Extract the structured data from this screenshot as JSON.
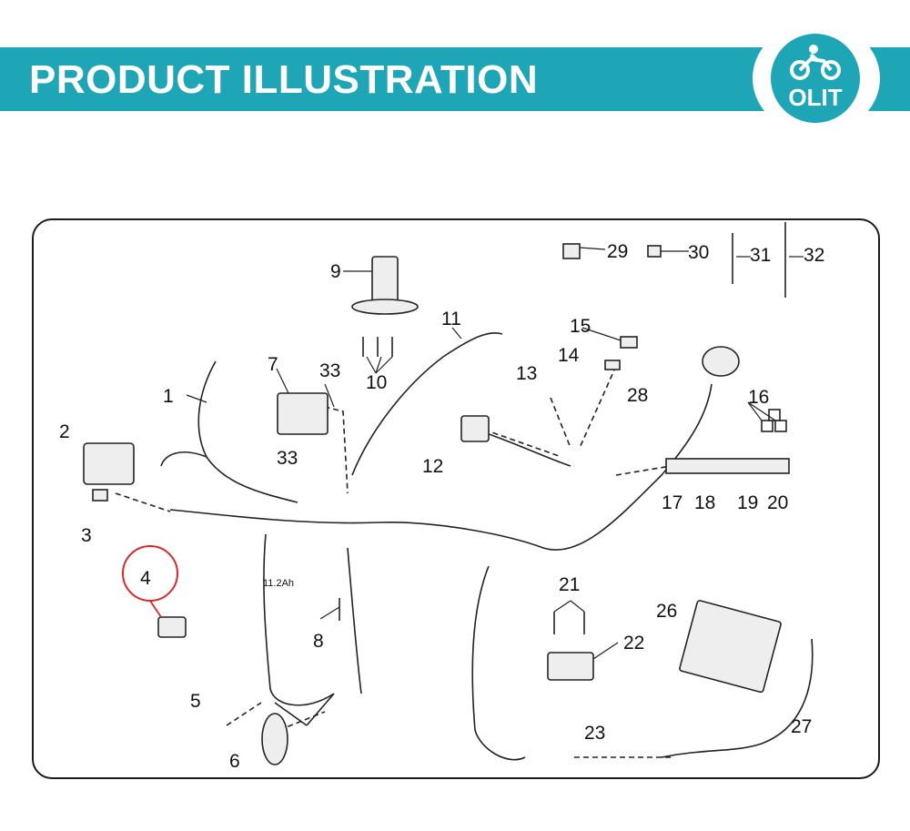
{
  "header": {
    "title": "PRODUCT ILLUSTRATION"
  },
  "logo": {
    "text": "OLIT",
    "icon": "motorcycle-rider-icon"
  },
  "colors": {
    "banner": "#1ea6b7",
    "highlight_circle": "#d62828",
    "line": "#222222"
  },
  "diagram": {
    "highlighted_part": "4",
    "battery_label": "11.2Ah",
    "labels": [
      "1",
      "2",
      "3",
      "4",
      "5",
      "6",
      "7",
      "8",
      "9",
      "10",
      "11",
      "12",
      "13",
      "14",
      "15",
      "16",
      "17",
      "18",
      "19",
      "20",
      "21",
      "22",
      "23",
      "26",
      "27",
      "28",
      "29",
      "30",
      "31",
      "32",
      "33",
      "33"
    ]
  }
}
